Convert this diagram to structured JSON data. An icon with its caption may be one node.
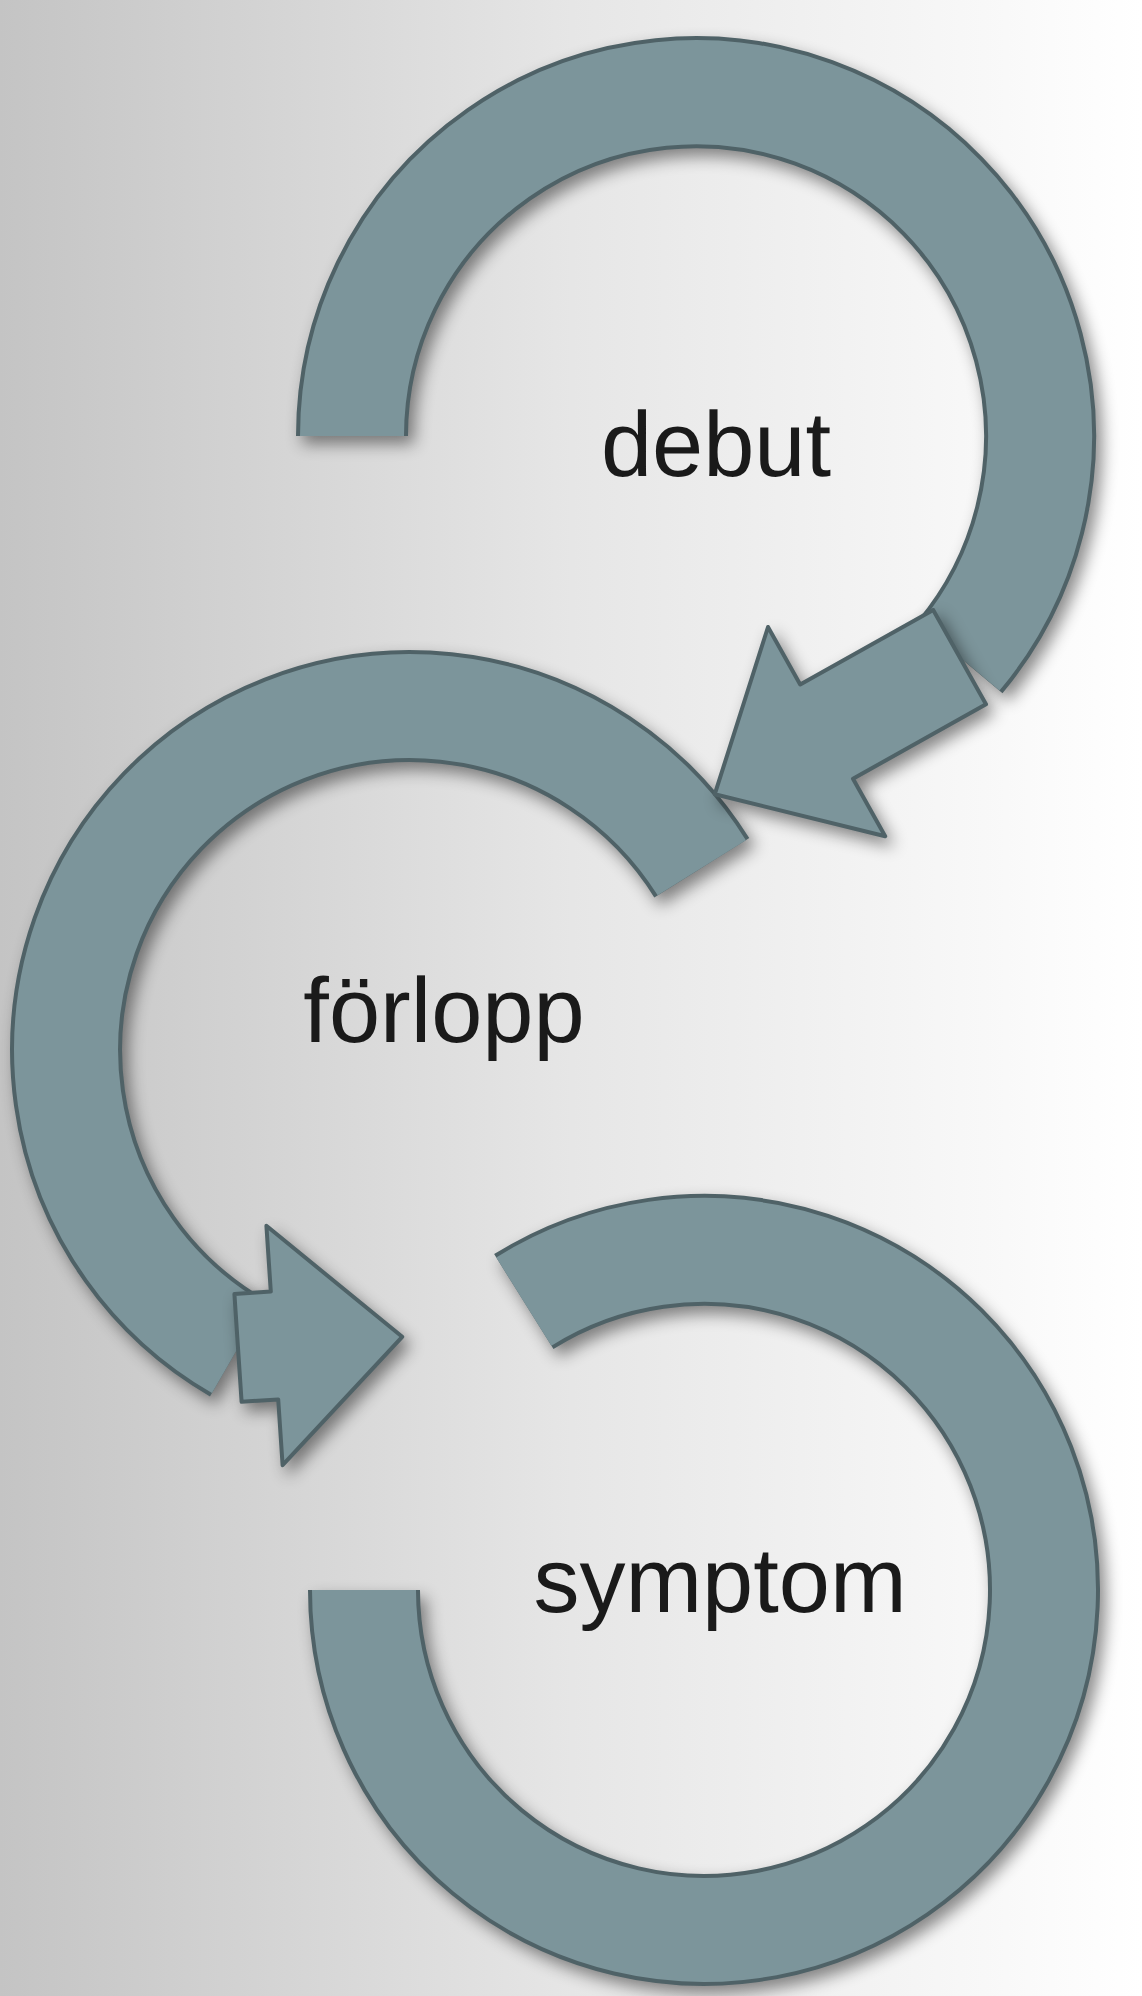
{
  "diagram": {
    "nodes": [
      {
        "text": [
          "debut"
        ]
      },
      {
        "text": [
          "förlopp"
        ]
      },
      {
        "text": [
          "symptom"
        ]
      }
    ],
    "edges": [
      {
        "from": 0,
        "to": 1,
        "arrow": "to"
      },
      {
        "from": 1,
        "to": 2,
        "arrow": "to"
      }
    ]
  }
}
